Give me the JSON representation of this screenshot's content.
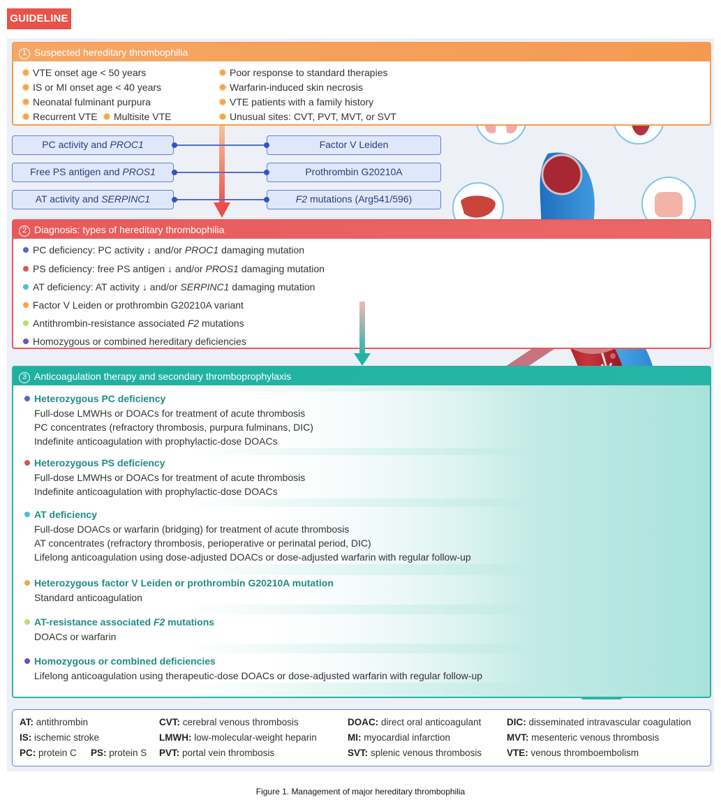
{
  "tag": "GUIDELINE",
  "section1": {
    "number": "1",
    "title": "Suspected hereditary thrombophilia",
    "left_items": [
      "VTE onset age < 50 years",
      "IS or MI onset age < 40 years",
      "Neonatal fulminant purpura",
      "Recurrent VTE"
    ],
    "left_extra": "Multisite VTE",
    "right_items": [
      "Poor response to standard therapies",
      "Warfarin-induced skin necrosis",
      "VTE patients with a family history",
      "Unusual sites: CVT, PVT, MVT, or SVT"
    ]
  },
  "tests": {
    "left": [
      {
        "plain": "PC activity and ",
        "italic": "PROC1"
      },
      {
        "plain": "Free PS antigen and ",
        "italic": "PROS1"
      },
      {
        "plain": "AT activity and ",
        "italic": "SERPINC1"
      }
    ],
    "right": [
      {
        "italic": "",
        "plain": "Factor V Leiden"
      },
      {
        "italic": "",
        "plain": "Prothrombin G20210A"
      },
      {
        "italic": "F2",
        "plain": " mutations (Arg541/596)"
      }
    ]
  },
  "section2": {
    "number": "2",
    "title": "Diagnosis: types of hereditary thrombophilia",
    "items": [
      {
        "color": "#4a6ccf",
        "pre": "PC deficiency: PC activity ↓ and/or ",
        "ital": "PROC1",
        "post": " damaging mutation"
      },
      {
        "color": "#e0514e",
        "pre": "PS deficiency: free PS antigen ↓ and/or ",
        "ital": "PROS1",
        "post": " damaging mutation"
      },
      {
        "color": "#4fc0d0",
        "pre": "AT deficiency: AT activity ↓ and/or ",
        "ital": "SERPINC1",
        "post": " damaging mutation"
      },
      {
        "color": "#f2a64a",
        "pre": "Factor V Leiden or prothrombin G20210A variant",
        "ital": "",
        "post": ""
      },
      {
        "color": "#b6dc7a",
        "pre": "Antithrombin-resistance associated ",
        "ital": "F2",
        "post": " mutations"
      },
      {
        "color": "#6a4fc8",
        "pre": "Homozygous or combined hereditary deficiencies",
        "ital": "",
        "post": ""
      }
    ]
  },
  "section3": {
    "number": "3",
    "title": "Anticoagulation therapy and secondary thromboprophylaxis",
    "cards": [
      {
        "color": "#4a6ccf",
        "title_pre": "Heterozygous PC deficiency",
        "title_ital": "",
        "title_post": "",
        "lines": [
          "Full-dose LMWHs or DOACs for treatment of acute thrombosis",
          "PC concentrates (refractory thrombosis, purpura fulminans, DIC)",
          "Indefinite anticoagulation with prophylactic-dose DOACs"
        ]
      },
      {
        "color": "#e0514e",
        "title_pre": "Heterozygous PS deficiency",
        "title_ital": "",
        "title_post": "",
        "lines": [
          "Full-dose LMWHs or DOACs for treatment of acute thrombosis",
          "Indefinite anticoagulation with prophylactic-dose DOACs"
        ]
      },
      {
        "color": "#4fc0d0",
        "title_pre": "AT deficiency",
        "title_ital": "",
        "title_post": "",
        "lines": [
          "Full-dose DOACs or warfarin (bridging) for treatment of acute thrombosis",
          "AT concentrates (refractory thrombosis, perioperative or perinatal period, DIC)",
          "Lifelong anticoagulation using dose-adjusted DOACs or dose-adjusted warfarin with regular follow-up"
        ]
      },
      {
        "color": "#f2a64a",
        "title_pre": "Heterozygous factor V Leiden or prothrombin G20210A mutation",
        "title_ital": "",
        "title_post": "",
        "lines": [
          "Standard anticoagulation"
        ]
      },
      {
        "color": "#b6dc7a",
        "title_pre": "AT-resistance associated ",
        "title_ital": "F2",
        "title_post": " mutations",
        "lines": [
          "DOACs or warfarin"
        ]
      },
      {
        "color": "#6a4fc8",
        "title_pre": "Homozygous or combined deficiencies",
        "title_ital": "",
        "title_post": "",
        "lines": [
          "Lifelong anticoagulation using therapeutic-dose DOACs or dose-adjusted warfarin with regular follow-up"
        ]
      }
    ]
  },
  "legend": [
    [
      {
        "abbr": "AT:",
        "def": " antithrombin"
      },
      {
        "abbr": "CVT:",
        "def": " cerebral venous thrombosis"
      },
      {
        "abbr": "DOAC:",
        "def": " direct oral anticoagulant"
      },
      {
        "abbr": "DIC:",
        "def": " disseminated intravascular coagulation"
      }
    ],
    [
      {
        "abbr": "IS:",
        "def": " ischemic stroke"
      },
      {
        "abbr": "LMWH:",
        "def": " low-molecular-weight heparin"
      },
      {
        "abbr": "MI:",
        "def": " myocardial infarction"
      },
      {
        "abbr": "MVT:",
        "def": " mesenteric venous thrombosis"
      }
    ],
    [
      {
        "abbr": "PC:",
        "def": " protein C"
      },
      {
        "abbr": "PVT:",
        "def": " portal vein thrombosis"
      },
      {
        "abbr": "SVT:",
        "def": " splenic venous thrombosis"
      },
      {
        "abbr": "VTE:",
        "def": " venous thromboembolism"
      }
    ]
  ],
  "legend_extra": {
    "abbr": "PS:",
    "def": " protein S"
  },
  "caption": "Figure 1.  Management of major hereditary thrombophilia",
  "colors": {
    "orange": "#f49a50",
    "red": "#e85a5a",
    "teal": "#24b7a8",
    "blue": "#5f80d6",
    "vessel": "#3c8fd6",
    "blood": "#b8232e"
  }
}
